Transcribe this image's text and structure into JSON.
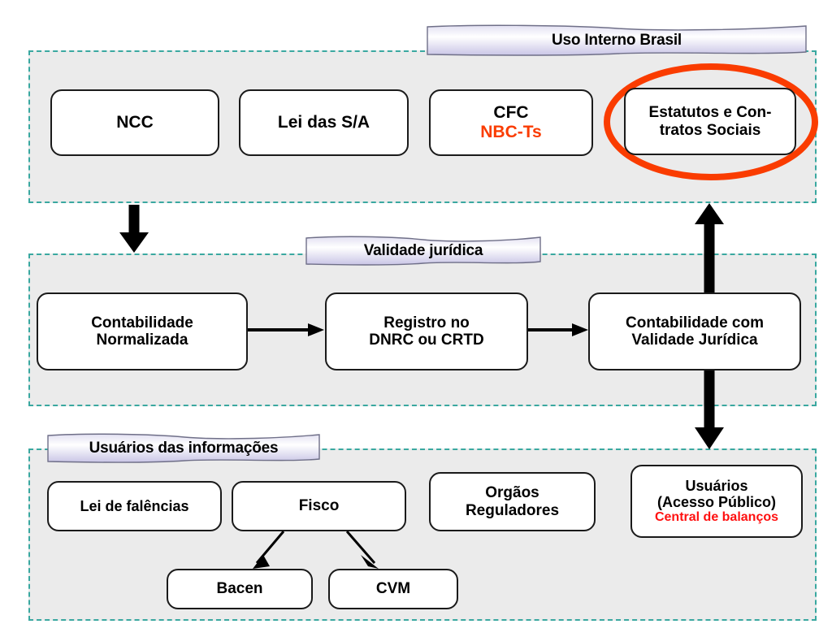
{
  "diagram": {
    "title": "Uso Interno Brasil / Validade juridica / Usuarios das informacoes",
    "colors": {
      "section_fill": "#ebebeb",
      "section_border": "#3aa8a0",
      "banner_gradient_start": "#e4e2f4",
      "banner_gradient_mid": "#ffffff",
      "banner_gradient_end": "#ccc8e8",
      "node_border": "#1a1a1a",
      "node_fill": "#ffffff",
      "highlight_ellipse": "#fa3c00",
      "accent_red": "#ff1010",
      "arrow": "#000000"
    }
  },
  "sections": [
    {
      "id": "uso-interno-brasil",
      "banner_label": "Uso Interno Brasil",
      "nodes": [
        {
          "id": "ncc",
          "lines": [
            {
              "text": "NCC",
              "color": "black"
            }
          ]
        },
        {
          "id": "lei-das-sa",
          "lines": [
            {
              "text": "Lei das S/A",
              "color": "black"
            }
          ]
        },
        {
          "id": "cfc",
          "lines": [
            {
              "text": "CFC",
              "color": "black"
            },
            {
              "text": "NBC-Ts",
              "color": "redorange"
            }
          ]
        },
        {
          "id": "estatutos-contratos-sociais",
          "lines": [
            {
              "text": "Estatutos e Con-",
              "color": "black"
            },
            {
              "text": "tratos Sociais",
              "color": "black"
            }
          ],
          "highlighted": true
        }
      ]
    },
    {
      "id": "validade-juridica",
      "banner_label": "Validade jurídica",
      "nodes": [
        {
          "id": "contabilidade-normalizada",
          "lines": [
            {
              "text": "Contabilidade",
              "color": "black"
            },
            {
              "text": "Normalizada",
              "color": "black"
            }
          ]
        },
        {
          "id": "registro-dnrc-crtd",
          "lines": [
            {
              "text": "Registro no",
              "color": "black"
            },
            {
              "text": "DNRC ou CRTD",
              "color": "black"
            }
          ]
        },
        {
          "id": "contabilidade-validade-juridica",
          "lines": [
            {
              "text": "Contabilidade com",
              "color": "black"
            },
            {
              "text": "Validade Jurídica",
              "color": "black"
            }
          ]
        }
      ]
    },
    {
      "id": "usuarios-das-informacoes",
      "banner_label": "Usuários das informações",
      "nodes": [
        {
          "id": "lei-de-falencias",
          "lines": [
            {
              "text": "Lei de falências",
              "color": "black"
            }
          ]
        },
        {
          "id": "fisco",
          "lines": [
            {
              "text": "Fisco",
              "color": "black"
            }
          ]
        },
        {
          "id": "orgaos-reguladores",
          "lines": [
            {
              "text": "Orgãos",
              "color": "black"
            },
            {
              "text": "Reguladores",
              "color": "black"
            }
          ]
        },
        {
          "id": "usuarios-acesso-publico",
          "lines": [
            {
              "text": "Usuários",
              "color": "black"
            },
            {
              "text": "(Acesso Público)",
              "color": "black"
            },
            {
              "text": "Central de balanços",
              "color": "red"
            }
          ]
        },
        {
          "id": "bacen",
          "lines": [
            {
              "text": "Bacen",
              "color": "black"
            }
          ]
        },
        {
          "id": "cvm",
          "lines": [
            {
              "text": "CVM",
              "color": "black"
            }
          ]
        }
      ]
    }
  ],
  "connections": [
    {
      "id": "uso-interno-to-validade",
      "from": "uso-interno-brasil",
      "to": "validade-juridica",
      "style": "thick-down"
    },
    {
      "id": "contabilidade-to-registro",
      "from": "contabilidade-normalizada",
      "to": "registro-dnrc-crtd",
      "style": "thin-right"
    },
    {
      "id": "registro-to-validade",
      "from": "registro-dnrc-crtd",
      "to": "contabilidade-validade-juridica",
      "style": "thin-right"
    },
    {
      "id": "validade-to-estatutos",
      "from": "contabilidade-validade-juridica",
      "to": "estatutos-contratos-sociais",
      "style": "thick-up"
    },
    {
      "id": "validade-to-usuarios",
      "from": "contabilidade-validade-juridica",
      "to": "usuarios-acesso-publico",
      "style": "thick-down"
    },
    {
      "id": "fisco-to-bacen",
      "from": "fisco",
      "to": "bacen",
      "style": "thin-diagonal"
    },
    {
      "id": "fisco-to-cvm",
      "from": "fisco",
      "to": "cvm",
      "style": "thin-diagonal"
    }
  ]
}
